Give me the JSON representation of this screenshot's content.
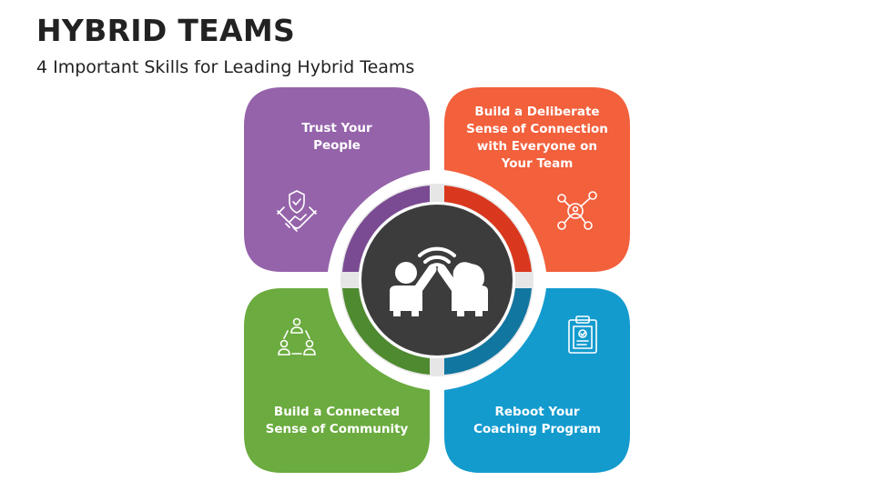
{
  "header": {
    "title": "HYBRID TEAMS",
    "subtitle": "4 Important Skills for Leading Hybrid Teams"
  },
  "colors": {
    "purple": "#9563AA",
    "purple_dark": "#7A4B92",
    "orange": "#F2603C",
    "orange_dark": "#D9381E",
    "green": "#6BAB3F",
    "green_dark": "#4E8A2F",
    "blue": "#139BCE",
    "blue_dark": "#1176A0",
    "center": "#3C3C3C",
    "ring": "#E6E6E6"
  },
  "cards": [
    {
      "label": "Trust Your\nPeople",
      "icon": "handshake-shield-icon",
      "color": "purple"
    },
    {
      "label": "Build a Deliberate\nSense of Connection\nwith Everyone on\nYour Team",
      "icon": "network-icon",
      "color": "orange"
    },
    {
      "label": "Build a Connected\nSense of Community",
      "icon": "people-cycle-icon",
      "color": "green"
    },
    {
      "label": "Reboot Your\nCoaching Program",
      "icon": "clipboard-icon",
      "color": "blue"
    }
  ],
  "center": {
    "icon": "high-five-wifi-icon"
  }
}
